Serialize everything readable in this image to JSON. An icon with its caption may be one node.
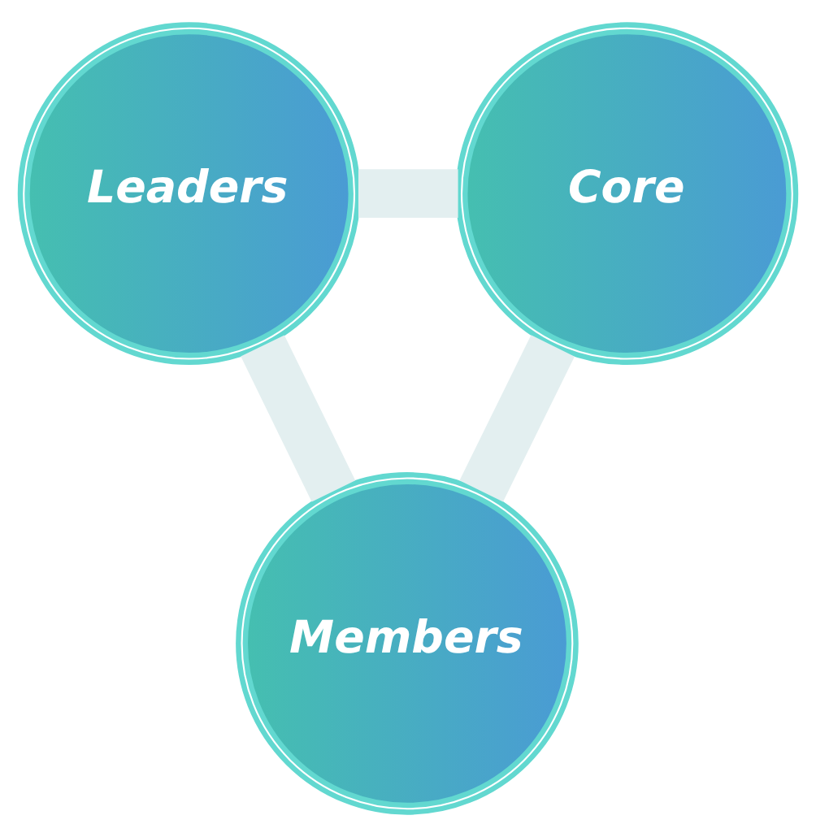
{
  "diagram": {
    "nodes": [
      {
        "text": [
          "Leaders"
        ]
      },
      {
        "text": [
          "Core"
        ]
      },
      {
        "text": [
          "Members"
        ]
      }
    ],
    "edges": [
      {
        "from": 0,
        "to": 1,
        "arrow": "none"
      },
      {
        "from": 1,
        "to": 2,
        "arrow": "none"
      },
      {
        "from": 2,
        "to": 0,
        "arrow": "none"
      }
    ]
  }
}
